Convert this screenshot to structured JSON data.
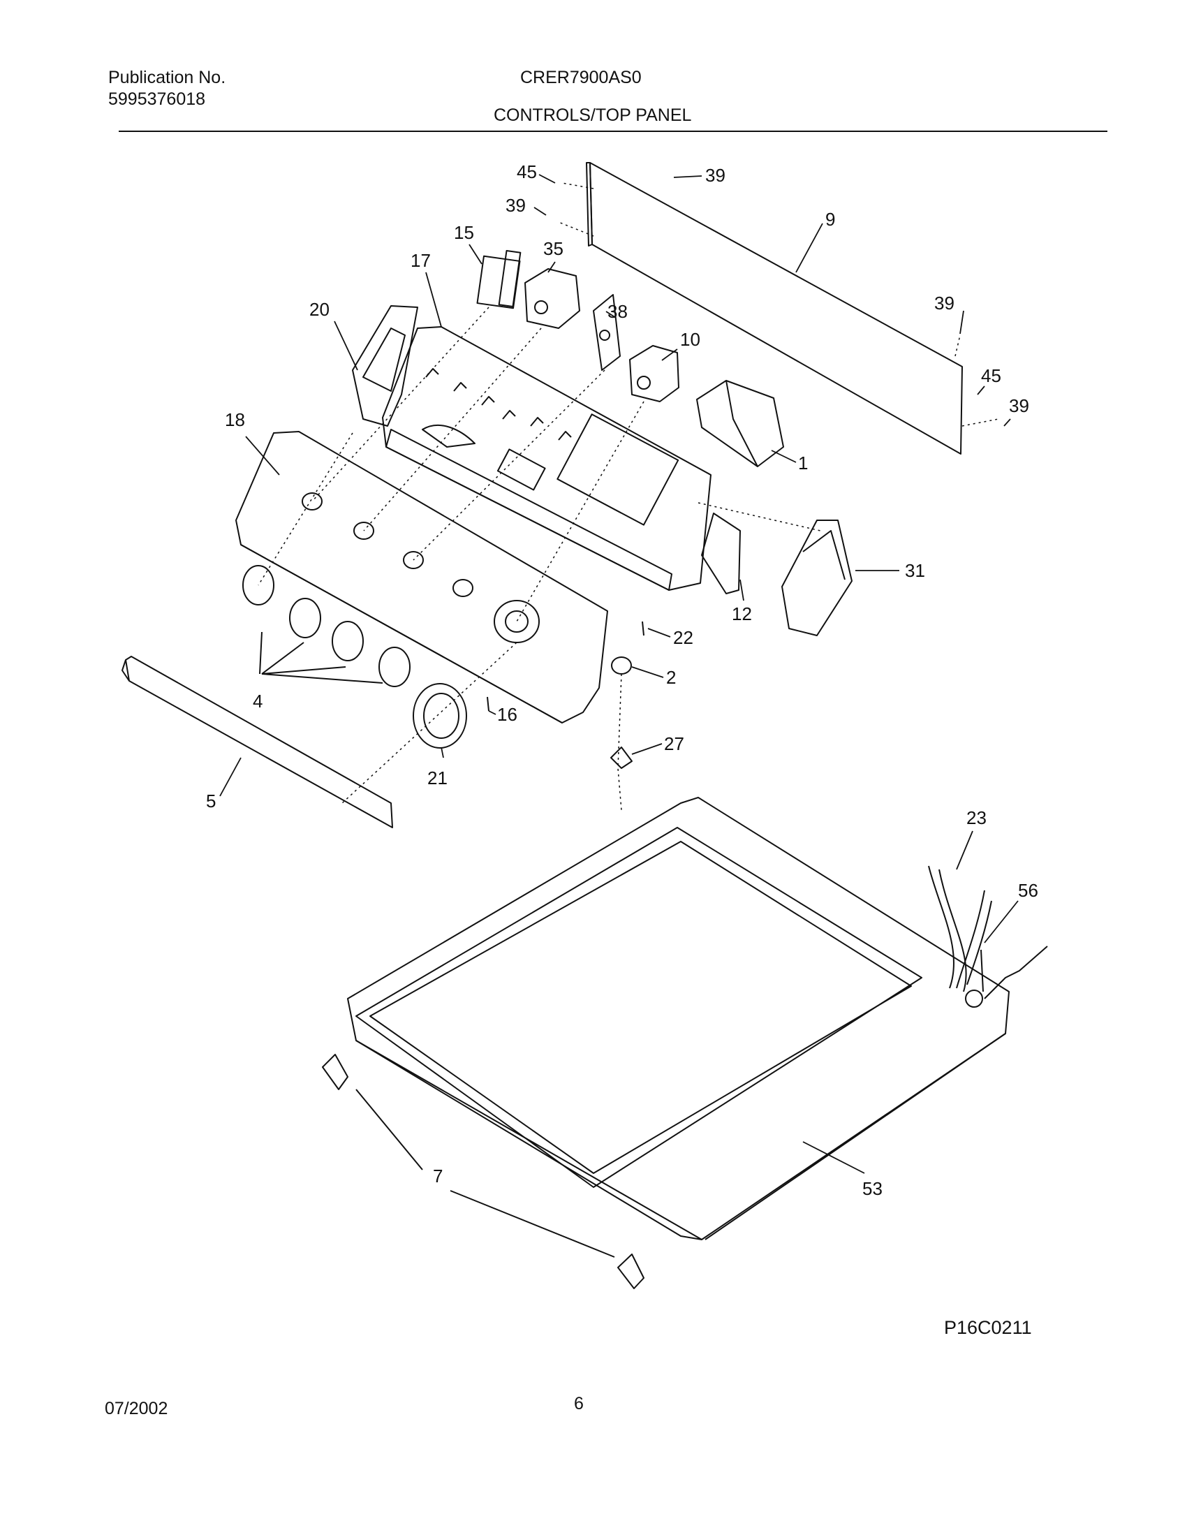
{
  "header": {
    "publication_label": "Publication No.",
    "publication_number": "5995376018",
    "model": "CRER7900AS0",
    "section_title": "CONTROLS/TOP PANEL"
  },
  "diagram": {
    "drawing_id": "P16C0211",
    "callouts": [
      "45",
      "39",
      "39",
      "9",
      "39",
      "45",
      "39",
      "15",
      "35",
      "17",
      "20",
      "38",
      "10",
      "1",
      "18",
      "31",
      "12",
      "22",
      "2",
      "4",
      "16",
      "27",
      "21",
      "5",
      "23",
      "56",
      "7",
      "53"
    ]
  },
  "footer": {
    "date": "07/2002",
    "page": "6"
  }
}
